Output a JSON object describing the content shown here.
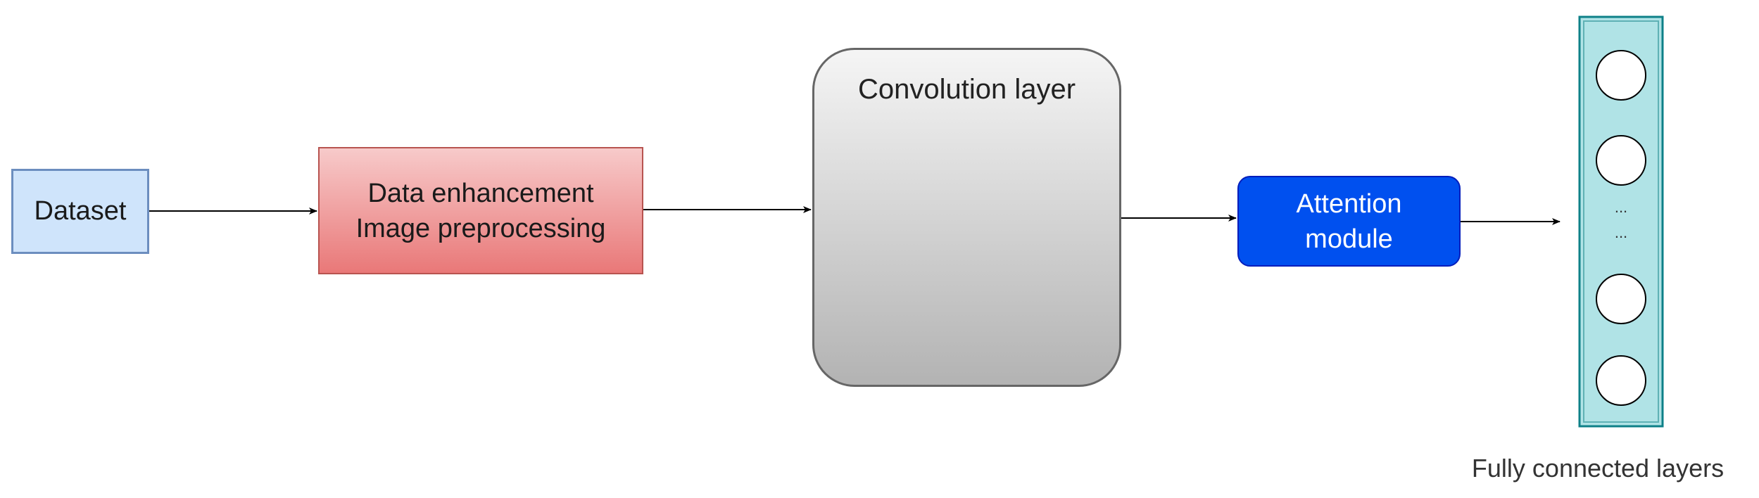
{
  "nodes": {
    "dataset": "Dataset",
    "enhancement_line1": "Data enhancement",
    "enhancement_line2": "Image preprocessing",
    "convolution": "Convolution layer",
    "attention_line1": "Attention",
    "attention_line2": "module",
    "fully_connected": "Fully connected layers"
  },
  "fc_layer": {
    "ellipsis_1": "...",
    "ellipsis_2": "..."
  },
  "colors": {
    "dataset_fill": "#cfe4fb",
    "enhancement_fill": "#e97878",
    "conv_fill": "#c9c9c9",
    "conv_block": "#e8b988",
    "attention_fill": "#0050ef",
    "fc_fill": "#b0e3e6"
  }
}
